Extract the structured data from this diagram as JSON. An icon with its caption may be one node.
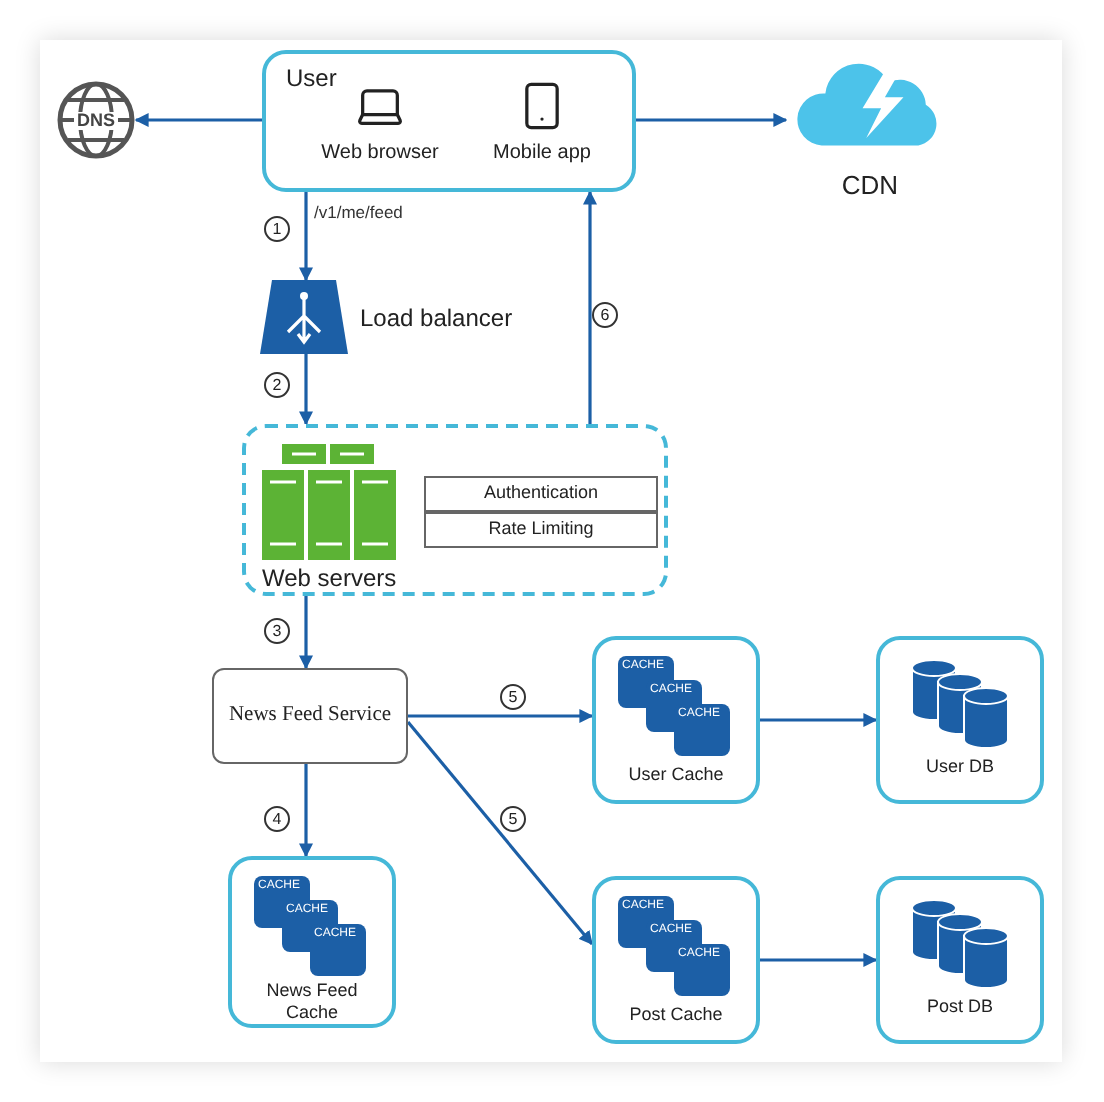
{
  "diagram": {
    "nodes": [
      {
        "text": [
          "User"
        ]
      },
      {
        "text": [
          "Web browser"
        ],
        "in": 0
      },
      {
        "text": [
          "Mobile app"
        ],
        "in": 0
      },
      {
        "text": [
          "DNS"
        ]
      },
      {
        "text": [
          "CDN"
        ]
      },
      {
        "text": [
          "Load balancer"
        ]
      },
      {
        "text": [
          "Web servers"
        ]
      },
      {
        "text": [
          "Authentication"
        ],
        "in": 6
      },
      {
        "text": [
          "Rate Limiting"
        ],
        "in": 6
      },
      {
        "text": [
          "News Feed Service"
        ]
      },
      {
        "text": [
          "User Cache"
        ]
      },
      {
        "text": [
          "User DB"
        ]
      },
      {
        "text": [
          "News Feed Cache"
        ]
      },
      {
        "text": [
          "Post Cache"
        ]
      },
      {
        "text": [
          "Post DB"
        ]
      }
    ],
    "edges": [
      {
        "from": 0,
        "to": 3,
        "arrow": "to"
      },
      {
        "from": 0,
        "to": 4,
        "arrow": "to"
      },
      {
        "from": 0,
        "to": 5,
        "arrow": "to",
        "label": "1"
      },
      {
        "from": 5,
        "to": 6,
        "arrow": "to",
        "label": "2"
      },
      {
        "from": 6,
        "to": 0,
        "arrow": "to",
        "label": "6"
      },
      {
        "from": 6,
        "to": 9,
        "arrow": "to",
        "label": "3"
      },
      {
        "from": 9,
        "to": 12,
        "arrow": "to",
        "label": "4"
      },
      {
        "from": 9,
        "to": 10,
        "arrow": "to",
        "label": "5"
      },
      {
        "from": 9,
        "to": 13,
        "arrow": "to",
        "label": "5"
      },
      {
        "from": 10,
        "to": 11,
        "arrow": "to"
      },
      {
        "from": 13,
        "to": 14,
        "arrow": "to"
      }
    ],
    "labels": [
      "/v1/me/feed",
      "CACHE",
      "CACHE",
      "CACHE",
      "CACHE",
      "CACHE",
      "CACHE",
      "CACHE",
      "CACHE",
      "CACHE"
    ]
  }
}
